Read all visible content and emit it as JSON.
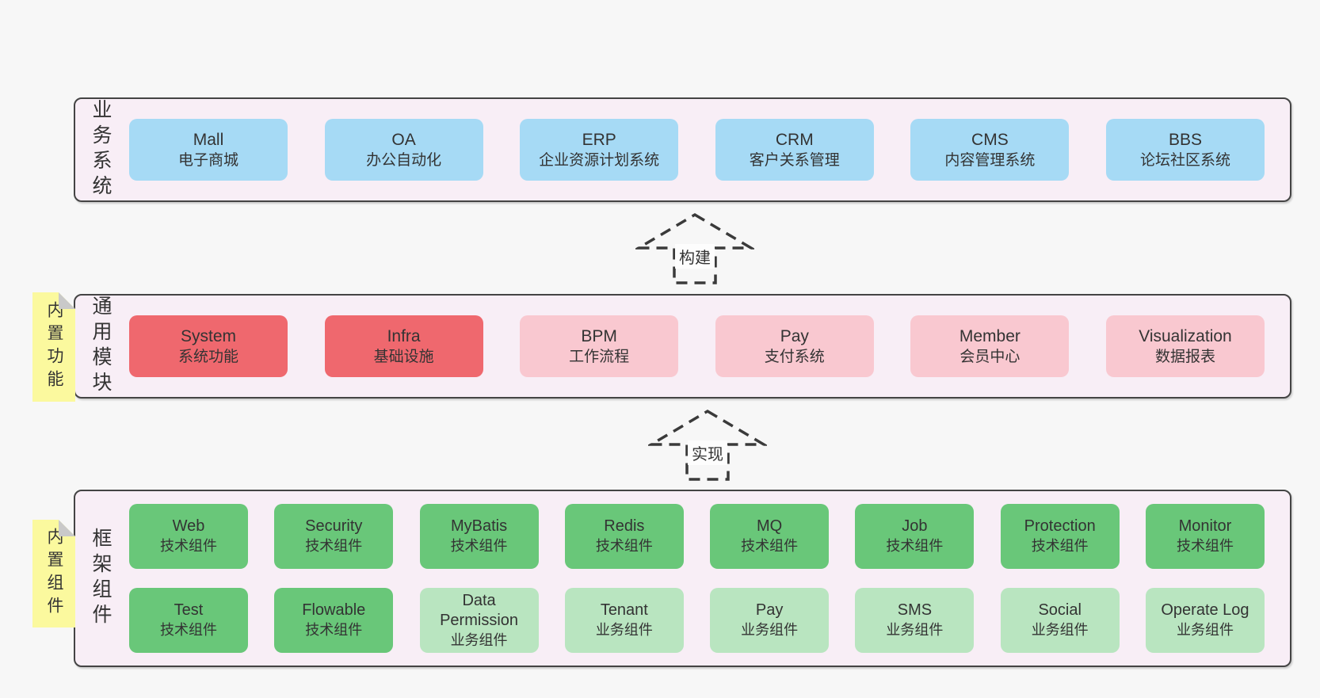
{
  "diagram": {
    "layers": [
      {
        "label": "业务系统",
        "boxes": [
          {
            "name": "Mall",
            "desc": "电子商城"
          },
          {
            "name": "OA",
            "desc": "办公自动化"
          },
          {
            "name": "ERP",
            "desc": "企业资源计划系统"
          },
          {
            "name": "CRM",
            "desc": "客户关系管理"
          },
          {
            "name": "CMS",
            "desc": "内容管理系统"
          },
          {
            "name": "BBS",
            "desc": "论坛社区系统"
          }
        ]
      },
      {
        "label": "通用模块",
        "note": "内置功能",
        "boxes": [
          {
            "name": "System",
            "desc": "系统功能"
          },
          {
            "name": "Infra",
            "desc": "基础设施"
          },
          {
            "name": "BPM",
            "desc": "工作流程"
          },
          {
            "name": "Pay",
            "desc": "支付系统"
          },
          {
            "name": "Member",
            "desc": "会员中心"
          },
          {
            "name": "Visualization",
            "desc": "数据报表"
          }
        ]
      },
      {
        "label": "框架组件",
        "note": "内置组件",
        "row1": [
          {
            "name": "Web",
            "desc": "技术组件"
          },
          {
            "name": "Security",
            "desc": "技术组件"
          },
          {
            "name": "MyBatis",
            "desc": "技术组件"
          },
          {
            "name": "Redis",
            "desc": "技术组件"
          },
          {
            "name": "MQ",
            "desc": "技术组件"
          },
          {
            "name": "Job",
            "desc": "技术组件"
          },
          {
            "name": "Protection",
            "desc": "技术组件"
          },
          {
            "name": "Monitor",
            "desc": "技术组件"
          }
        ],
        "row2": [
          {
            "name": "Test",
            "desc": "技术组件"
          },
          {
            "name": "Flowable",
            "desc": "技术组件"
          },
          {
            "name": "Data Permission",
            "desc": "业务组件"
          },
          {
            "name": "Tenant",
            "desc": "业务组件"
          },
          {
            "name": "Pay",
            "desc": "业务组件"
          },
          {
            "name": "SMS",
            "desc": "业务组件"
          },
          {
            "name": "Social",
            "desc": "业务组件"
          },
          {
            "name": "Operate Log",
            "desc": "业务组件"
          }
        ]
      }
    ],
    "arrows": [
      {
        "label": "构建"
      },
      {
        "label": "实现"
      }
    ],
    "colors": {
      "background": "#f7f7f7",
      "container_fill": "#f8eef6",
      "container_border": "#444444",
      "blue": "#a6daf5",
      "red": "#ef686e",
      "pink": "#f9c8d0",
      "green_dark": "#69c779",
      "green_light": "#b9e5c0",
      "note_yellow": "#fbf99e",
      "note_fold": "#c9c9c9",
      "arrow_stroke": "#3a3a3a",
      "text": "#333333"
    }
  }
}
